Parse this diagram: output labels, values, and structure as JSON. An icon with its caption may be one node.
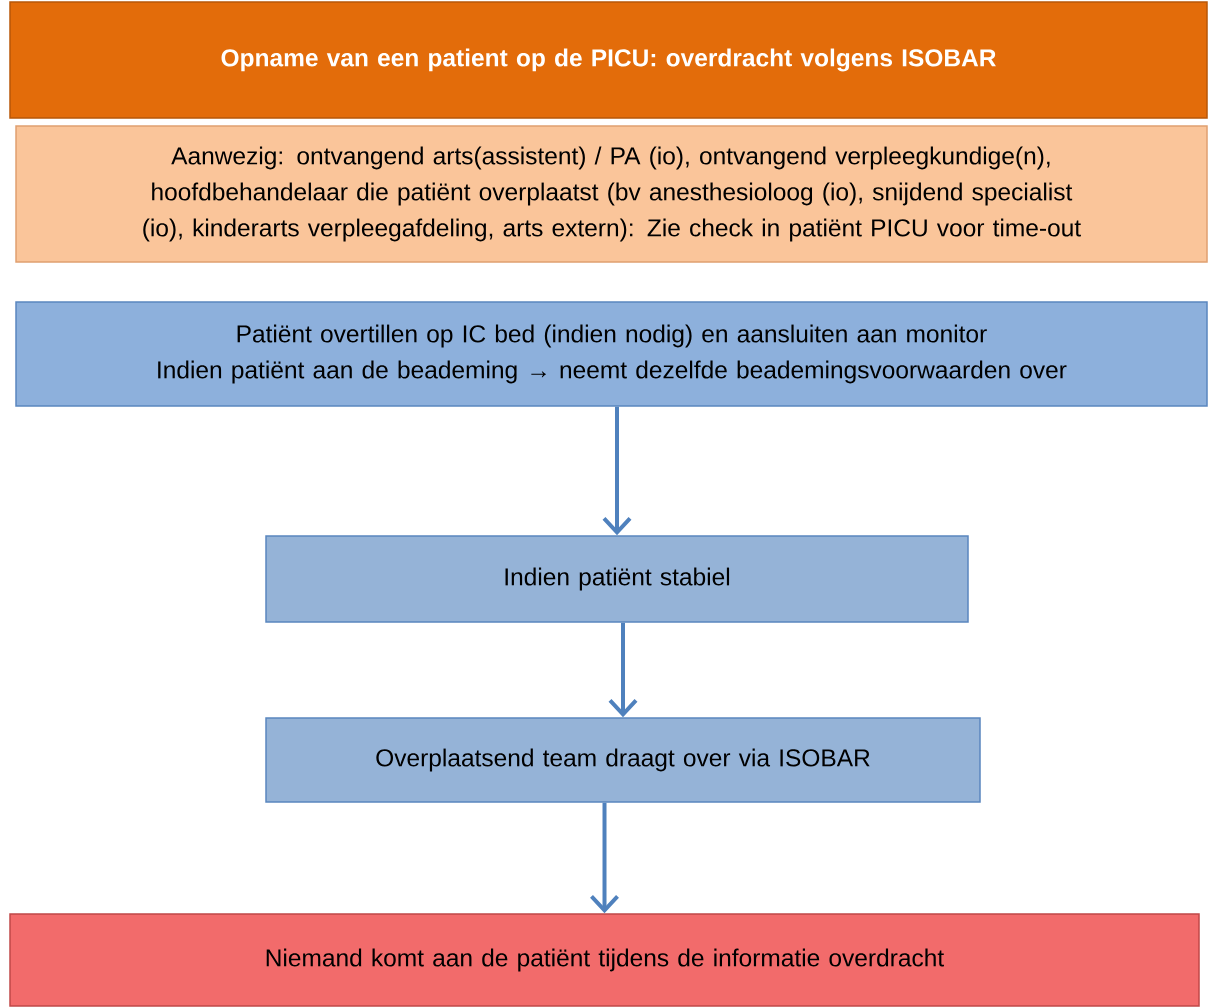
{
  "diagram": {
    "nodes": [
      {
        "text": [
          "Opname van een patient op de PICU: overdracht volgens ISOBAR"
        ]
      },
      {
        "text": [
          "Aanwezig: ontvangend arts(assistent) / PA (io), ontvangend verpleegkundige(n), hoofdbehandelaar die patiënt overplaatst (bv anesthesioloog (io), snijdend specialist (io), kinderarts verpleegafdeling, arts extern): Zie check in patiënt PICU voor time-out"
        ]
      },
      {
        "text": [
          "Patiënt overtillen op IC bed (indien nodig) en aansluiten aan monitor",
          "Indien patiënt aan de beademing → neemt dezelfde beademingsvoorwaarden over"
        ]
      },
      {
        "text": [
          "Indien patiënt stabiel"
        ]
      },
      {
        "text": [
          "Overplaatsend team draagt over via ISOBAR"
        ]
      },
      {
        "text": [
          "Niemand komt aan de patiënt tijdens de informatie overdracht"
        ]
      }
    ],
    "edges": [
      {
        "from": 2,
        "to": 3,
        "arrow": "to"
      },
      {
        "from": 3,
        "to": 4,
        "arrow": "to"
      },
      {
        "from": 4,
        "to": 5,
        "arrow": "to"
      }
    ]
  }
}
